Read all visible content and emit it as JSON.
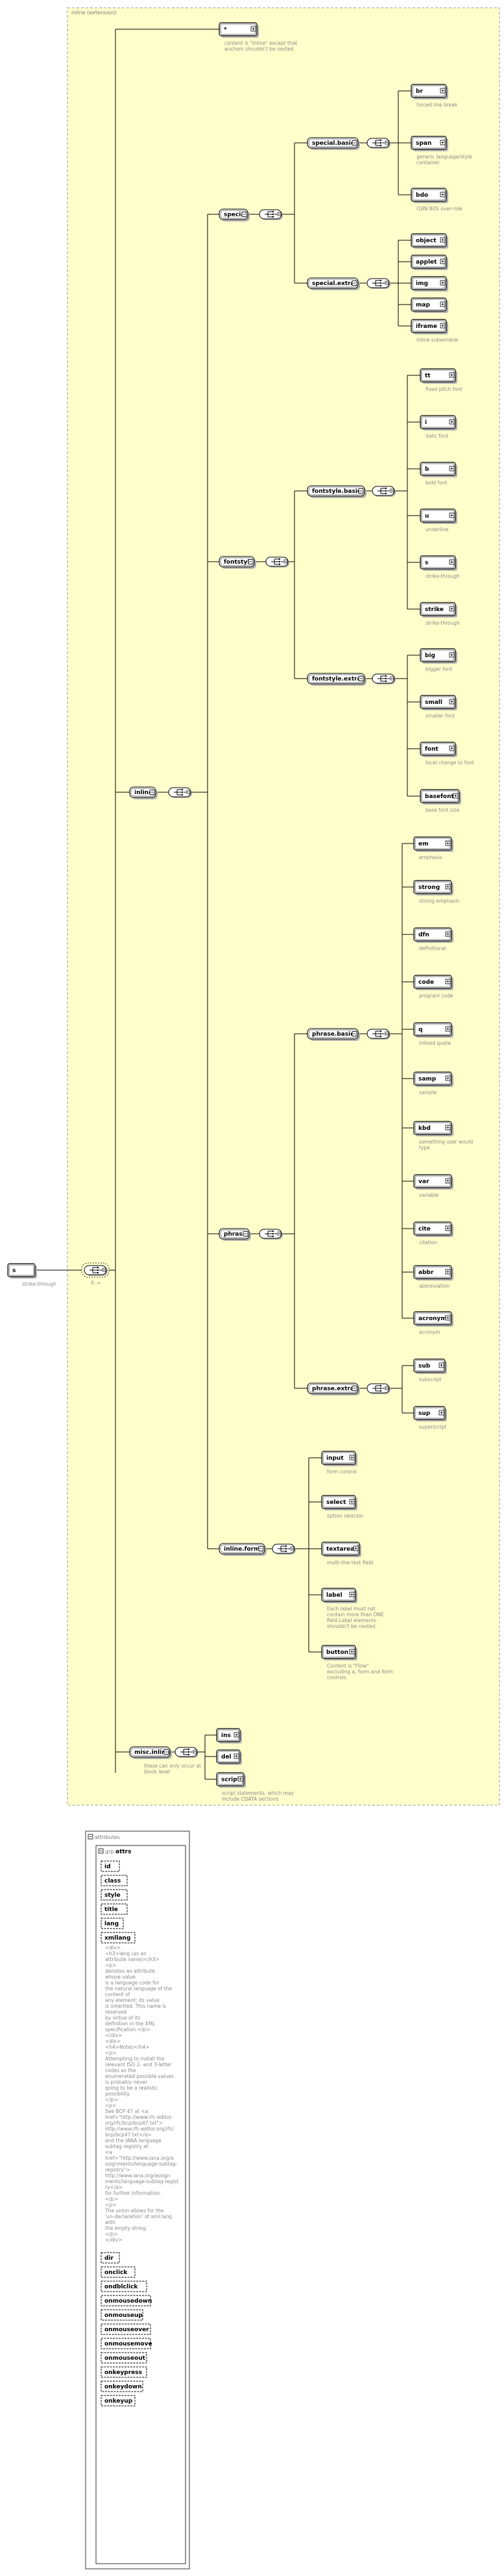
{
  "group_label": "inline (extension)",
  "root": {
    "label": "s",
    "annotation": "strike-through"
  },
  "root_cardinality": "0..∞",
  "nodes": {
    "star": {
      "label": "*",
      "annotation": "content is \"Inline\" except that anchors shouldn't be nested"
    },
    "special": {
      "label": "special"
    },
    "special_basic": {
      "label": "special.basic"
    },
    "br": {
      "label": "br",
      "annotation": "forced line break"
    },
    "span": {
      "label": "span",
      "annotation": "generic language/style container"
    },
    "bdo": {
      "label": "bdo",
      "annotation": "I18N BiDi over-ride"
    },
    "special_extra": {
      "label": "special.extra"
    },
    "object": {
      "label": "object"
    },
    "applet": {
      "label": "applet"
    },
    "img": {
      "label": "img"
    },
    "map": {
      "label": "map"
    },
    "iframe": {
      "label": "iframe",
      "annotation": "inline subwindow"
    },
    "fontstyle": {
      "label": "fontstyle"
    },
    "fontstyle_basic": {
      "label": "fontstyle.basic"
    },
    "tt": {
      "label": "tt",
      "annotation": "fixed pitch font"
    },
    "i": {
      "label": "i",
      "annotation": "italic font"
    },
    "b": {
      "label": "b",
      "annotation": "bold font"
    },
    "u": {
      "label": "u",
      "annotation": "underline"
    },
    "s2": {
      "label": "s",
      "annotation": "strike-through"
    },
    "strike": {
      "label": "strike",
      "annotation": "strike-through"
    },
    "fontstyle_extra": {
      "label": "fontstyle.extra"
    },
    "big": {
      "label": "big",
      "annotation": "bigger font"
    },
    "small": {
      "label": "small",
      "annotation": "smaller font"
    },
    "font": {
      "label": "font",
      "annotation": "local change to font"
    },
    "basefont": {
      "label": "basefont",
      "annotation": "base font size"
    },
    "inline": {
      "label": "inline"
    },
    "phrase": {
      "label": "phrase"
    },
    "phrase_basic": {
      "label": "phrase.basic"
    },
    "em": {
      "label": "em",
      "annotation": "emphasis"
    },
    "strong": {
      "label": "strong",
      "annotation": "strong emphasis"
    },
    "dfn": {
      "label": "dfn",
      "annotation": "definitional"
    },
    "code": {
      "label": "code",
      "annotation": "program code"
    },
    "q": {
      "label": "q",
      "annotation": "inlined quote"
    },
    "samp": {
      "label": "samp",
      "annotation": "sample"
    },
    "kbd": {
      "label": "kbd",
      "annotation": "something user would type"
    },
    "var": {
      "label": "var",
      "annotation": "variable"
    },
    "cite": {
      "label": "cite",
      "annotation": "citation"
    },
    "abbr": {
      "label": "abbr",
      "annotation": "abbreviation"
    },
    "acronym": {
      "label": "acronym",
      "annotation": "acronym"
    },
    "phrase_extra": {
      "label": "phrase.extra"
    },
    "sub": {
      "label": "sub",
      "annotation": "subscript"
    },
    "sup": {
      "label": "sup",
      "annotation": "superscript"
    },
    "inline_forms": {
      "label": "inline.forms"
    },
    "input": {
      "label": "input",
      "annotation": "form control"
    },
    "select": {
      "label": "select",
      "annotation": "option selector"
    },
    "textarea": {
      "label": "textarea",
      "annotation": "multi-line text field"
    },
    "label": {
      "label": "label",
      "annotation": "Each label must not contain more than ONE field Label elements shouldn't be nested."
    },
    "button": {
      "label": "button",
      "annotation": "Content is \"Flow\" excluding a, form and form controls"
    },
    "misc_inline": {
      "label": "misc.inline",
      "annotation": "these can only occur at block level"
    },
    "ins": {
      "label": "ins"
    },
    "del": {
      "label": "del"
    },
    "script": {
      "label": "script",
      "annotation": "script statements, which may include CDATA sections"
    }
  },
  "attributes": {
    "header": "attributes",
    "group_label": "attrs",
    "group_prefix": "grp",
    "items": [
      "id",
      "class",
      "style",
      "title",
      "lang",
      "xmllang"
    ],
    "xmllang_doc": [
      "<div>",
      "<h3>lang (as an",
      "attribute name)</h3>",
      "<p>",
      "denotes an attribute",
      "whose value",
      "is a language code for",
      "the natural language of the",
      "content of",
      "any element; its value",
      "is inherited.  This name is",
      "reserved",
      "by virtue of its",
      "definition in the XML",
      "specification.</p>",
      "</div>",
      "<div>",
      "<h4>Notes</h4>",
      "<p>",
      "Attempting to install the",
      "relevant ISO 2- and 3-letter",
      "codes as the",
      "enumerated possible values",
      "is probably never",
      "going to be a realistic",
      "possibility.",
      "</p>",
      "<p>",
      "See BCP 47 at <a",
      "href=\"http://www.rfc-editor.",
      "org/rfc/bcp/bcp47.txt\">",
      "http://www.rfc-editor.org/rfc/",
      "bcp/bcp47.txt</a>",
      "and the IANA language",
      "subtag registry at",
      "<a",
      "href=\"http://www.iana.org/a",
      "ssignments/language-subtag-",
      "registry\">",
      "http://www.iana.org/assign",
      "ments/language-subtag-regist",
      "ry</a>",
      "for further information.",
      "</p>",
      "<p>",
      "The union allows for the",
      "'un-declaration' of xml:lang",
      "with",
      "the empty string.",
      "</p>",
      "</div>"
    ],
    "items2": [
      "dir",
      "onclick",
      "ondblclick",
      "onmousedown",
      "onmouseup",
      "onmouseover",
      "onmousemove",
      "onmouseout",
      "onkeypress",
      "onkeydown",
      "onkeyup"
    ]
  }
}
